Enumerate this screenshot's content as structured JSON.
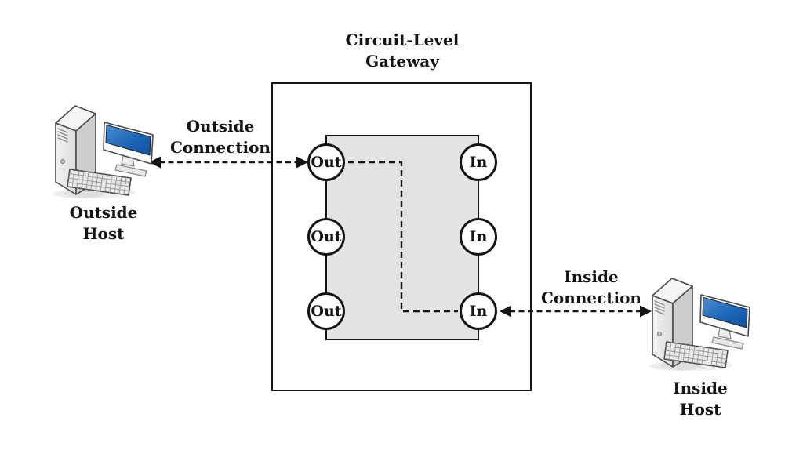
{
  "title": {
    "line1": "Circuit-Level",
    "line2": "Gateway"
  },
  "gateway": {
    "ports_out": [
      "Out",
      "Out",
      "Out"
    ],
    "ports_in": [
      "In",
      "In",
      "In"
    ]
  },
  "connections": {
    "outside": {
      "line1": "Outside",
      "line2": "Connection"
    },
    "inside": {
      "line1": "Inside",
      "line2": "Connection"
    }
  },
  "hosts": {
    "outside": {
      "line1": "Outside",
      "line2": "Host"
    },
    "inside": {
      "line1": "Inside",
      "line2": "Host"
    }
  },
  "icons": {
    "outside_host": "desktop-computer-icon",
    "inside_host": "desktop-computer-icon"
  },
  "colors": {
    "line": "#141414",
    "gateway_fill": "#e3e3e3",
    "screen_blue": "#1d66b8",
    "background": "#ffffff"
  }
}
